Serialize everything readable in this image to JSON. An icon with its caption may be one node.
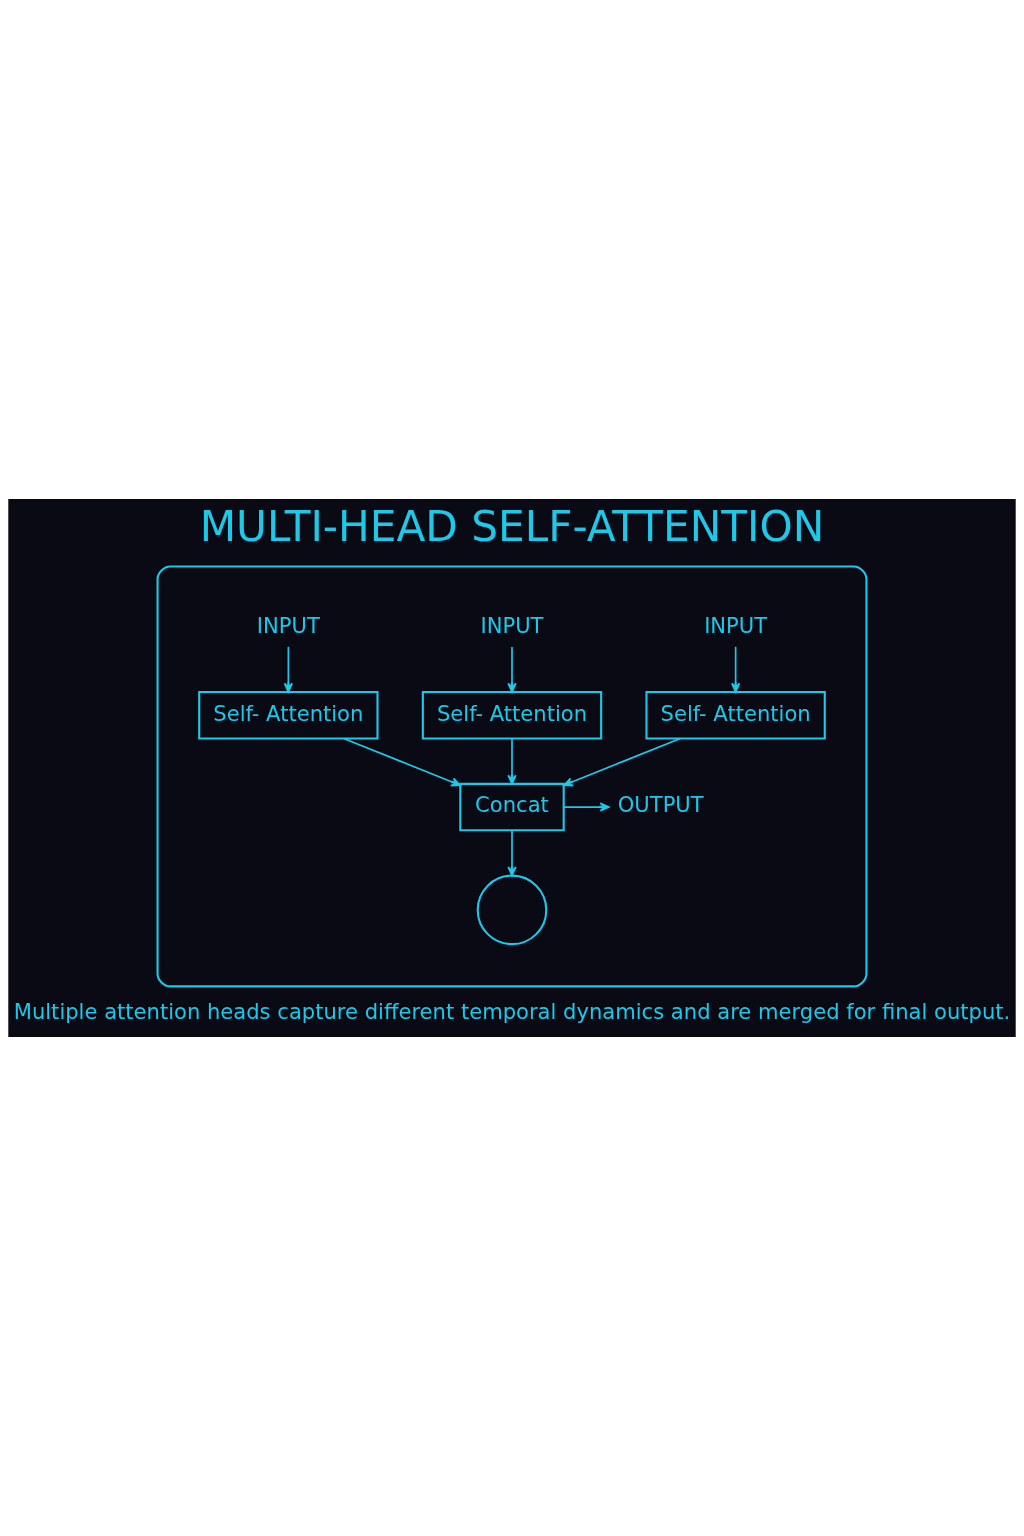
{
  "diagram": {
    "title": "MULTI-HEAD SELF-ATTENTION",
    "caption": "Multiple attention heads capture different temporal dynamics and are merged for final output.",
    "nodes": [
      {
        "text": [],
        "shape": "box"
      },
      {
        "text": [
          "INPUT"
        ],
        "in": 0
      },
      {
        "text": [
          "INPUT"
        ],
        "in": 0
      },
      {
        "text": [
          "INPUT"
        ],
        "in": 0
      },
      {
        "text": [
          "Self- Attention"
        ],
        "in": 0
      },
      {
        "text": [
          "Self- Attention"
        ],
        "in": 0
      },
      {
        "text": [
          "Self- Attention"
        ],
        "in": 0
      },
      {
        "text": [
          "Concat"
        ],
        "in": 0
      },
      {
        "text": [
          "OUTPUT"
        ],
        "in": 0
      },
      {
        "text": [],
        "shape": "circle",
        "in": 0
      }
    ],
    "edges": [
      {
        "from": 1,
        "to": 4,
        "arrow": "to"
      },
      {
        "from": 2,
        "to": 5,
        "arrow": "to"
      },
      {
        "from": 3,
        "to": 6,
        "arrow": "to"
      },
      {
        "from": 4,
        "to": 7,
        "arrow": "to"
      },
      {
        "from": 5,
        "to": 7,
        "arrow": "to"
      },
      {
        "from": 6,
        "to": 7,
        "arrow": "to"
      },
      {
        "from": 7,
        "to": 8,
        "arrow": "to"
      },
      {
        "from": 7,
        "to": 9,
        "arrow": "to"
      }
    ]
  }
}
